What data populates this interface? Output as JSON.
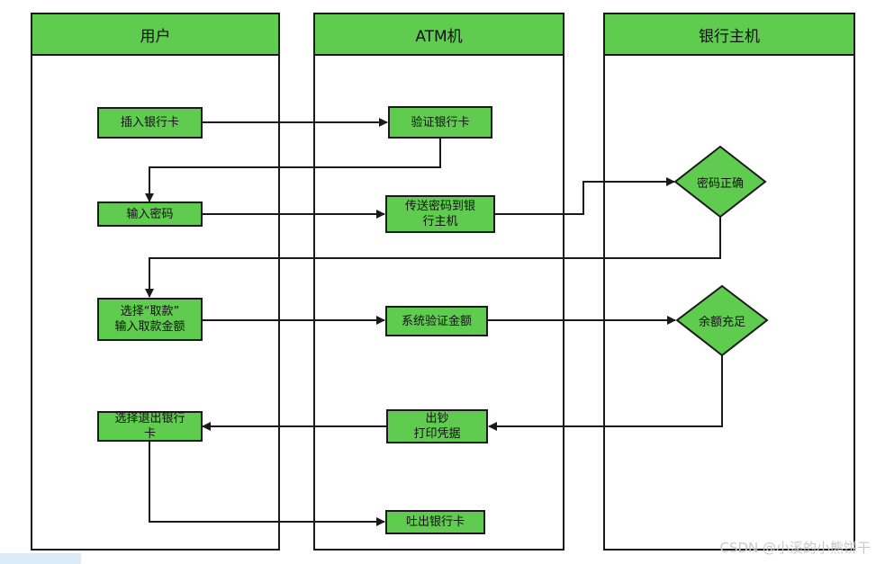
{
  "lanes": {
    "user": "用户",
    "atm": "ATM机",
    "bank": "银行主机"
  },
  "nodes": {
    "insert_card": "插入银行卡",
    "verify_card": "验证银行卡",
    "enter_pin": "输入密码",
    "send_pin_line1": "传送密码到银",
    "send_pin_line2": "行主机",
    "pin_correct": "密码正确",
    "choose_withdraw_line1": "选择“取款”",
    "choose_withdraw_line2": "输入取款金额",
    "verify_amount": "系统验证金额",
    "balance_enough": "余额充足",
    "dispense_line1": "出钞",
    "dispense_line2": "打印凭据",
    "choose_exit_line1": "选择退出银行",
    "choose_exit_line2": "卡",
    "eject_card": "吐出银行卡"
  },
  "watermark": "CSDN @小溪的小熊饼干",
  "colors": {
    "fill": "#5fcb4f",
    "stroke": "#1a1a1a"
  }
}
